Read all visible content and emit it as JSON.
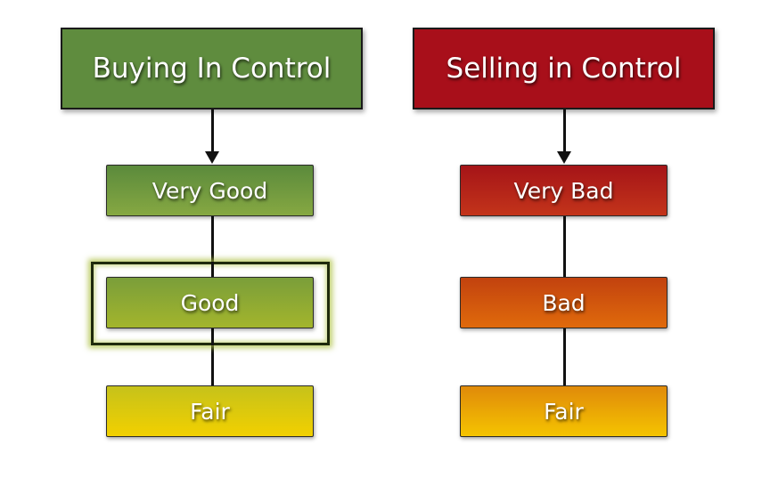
{
  "left_column": {
    "header": "Buying In Control",
    "levels": [
      "Very Good",
      "Good",
      "Fair"
    ],
    "highlighted_level": "Good",
    "colors": {
      "header": "#5f8c3e",
      "very_good": [
        "#5b8a3c",
        "#86a842"
      ],
      "good": [
        "#7a9e3a",
        "#a3b52c"
      ],
      "fair": [
        "#c6c21a",
        "#f2d000"
      ]
    }
  },
  "right_column": {
    "header": "Selling in Control",
    "levels": [
      "Very Bad",
      "Bad",
      "Fair"
    ],
    "colors": {
      "header": "#a80f1a",
      "very_bad": [
        "#a51418",
        "#c3341a"
      ],
      "bad": [
        "#c2420e",
        "#e06a0c"
      ],
      "fair": [
        "#e08a0a",
        "#f5c400"
      ]
    }
  }
}
